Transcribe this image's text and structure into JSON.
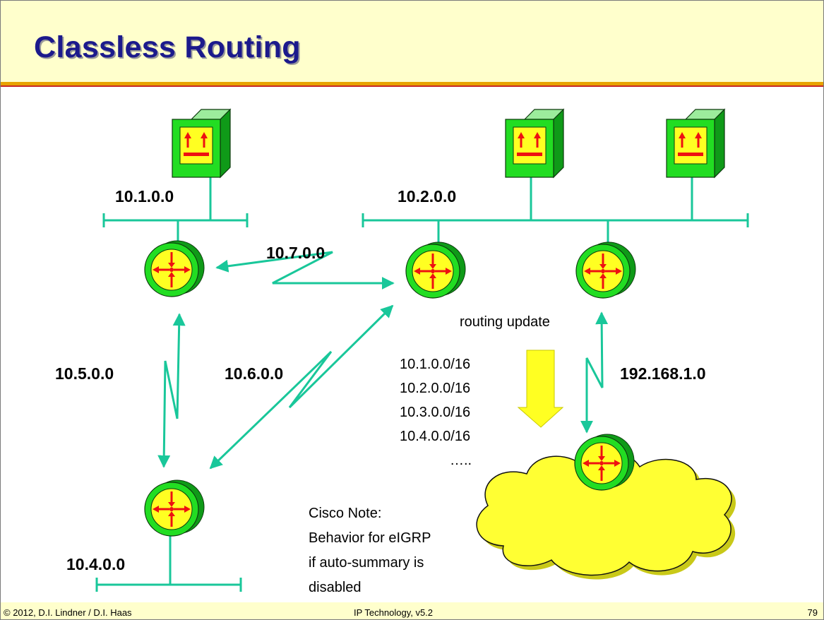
{
  "slide": {
    "title": "Classless Routing",
    "networks": {
      "n1": "10.1.0.0",
      "n2": "10.2.0.0",
      "n7": "10.7.0.0",
      "n5": "10.5.0.0",
      "n6": "10.6.0.0",
      "n4": "10.4.0.0",
      "ext": "192.168.1.0"
    },
    "routing_update": {
      "label": "routing update",
      "routes": [
        "10.1.0.0/16",
        "10.2.0.0/16",
        "10.3.0.0/16",
        "10.4.0.0/16",
        "….."
      ]
    },
    "note": [
      "Cisco Note:",
      "Behavior for eIGRP",
      "if auto-summary is",
      "disabled"
    ]
  },
  "footer": {
    "left": "© 2012, D.I. Lindner / D.I. Haas",
    "center": "IP Technology, v5.2",
    "page": "79"
  },
  "colors": {
    "line": "#19c79a",
    "box_green": "#22dd22",
    "router_yellow": "#ffff22",
    "arrow_red": "#ee1111",
    "cloud": "#ffff33",
    "title": "#1c1a8c",
    "header_bg": "#ffffcc"
  },
  "icons": {
    "host": "server-box-icon",
    "router": "router-icon",
    "cloud": "internet-cloud-icon",
    "update_arrow": "down-arrow-icon"
  }
}
